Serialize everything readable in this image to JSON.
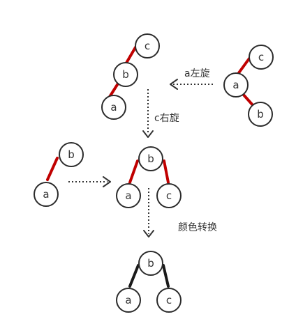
{
  "colors": {
    "red_link": "#c00000",
    "black_link": "#1a1a1a",
    "node_stroke": "#2b2b2b",
    "text": "#333333"
  },
  "operations": {
    "left_rotate_a": "a左旋",
    "right_rotate_c": "c右旋",
    "color_flip": "颜色转换"
  },
  "trees": [
    {
      "id": "tree-left-leaning-chain",
      "nodes": [
        {
          "id": "c",
          "label": "c"
        },
        {
          "id": "b",
          "label": "b"
        },
        {
          "id": "a",
          "label": "a"
        }
      ],
      "edges": [
        {
          "from": "c",
          "to": "b",
          "color": "red"
        },
        {
          "from": "b",
          "to": "a",
          "color": "red"
        }
      ]
    },
    {
      "id": "tree-right-red-child",
      "nodes": [
        {
          "id": "c",
          "label": "c"
        },
        {
          "id": "a",
          "label": "a"
        },
        {
          "id": "b",
          "label": "b"
        }
      ],
      "edges": [
        {
          "from": "c",
          "to": "a",
          "color": "red"
        },
        {
          "from": "a",
          "to": "b",
          "color": "red"
        }
      ]
    },
    {
      "id": "tree-single-red-link",
      "nodes": [
        {
          "id": "b",
          "label": "b"
        },
        {
          "id": "a",
          "label": "a"
        }
      ],
      "edges": [
        {
          "from": "b",
          "to": "a",
          "color": "red"
        }
      ]
    },
    {
      "id": "tree-two-red-children",
      "nodes": [
        {
          "id": "b",
          "label": "b"
        },
        {
          "id": "a",
          "label": "a"
        },
        {
          "id": "c",
          "label": "c"
        }
      ],
      "edges": [
        {
          "from": "b",
          "to": "a",
          "color": "red"
        },
        {
          "from": "b",
          "to": "c",
          "color": "red"
        }
      ]
    },
    {
      "id": "tree-after-color-flip",
      "nodes": [
        {
          "id": "b",
          "label": "b"
        },
        {
          "id": "a",
          "label": "a"
        },
        {
          "id": "c",
          "label": "c"
        }
      ],
      "edges": [
        {
          "from": "b",
          "to": "a",
          "color": "black"
        },
        {
          "from": "b",
          "to": "c",
          "color": "black"
        }
      ]
    }
  ]
}
